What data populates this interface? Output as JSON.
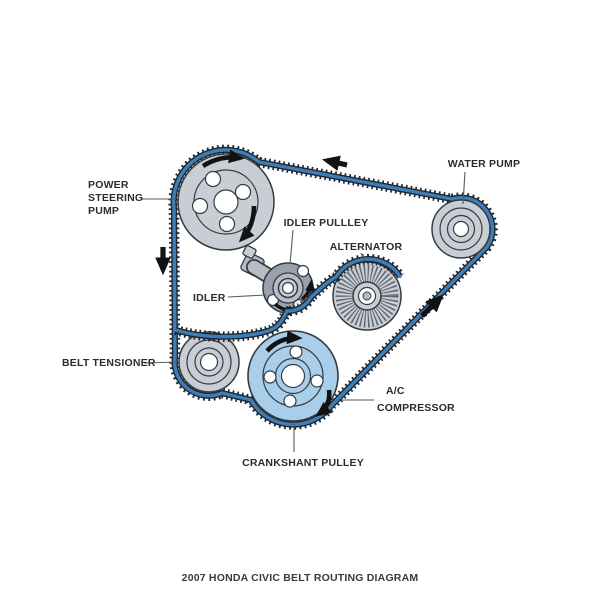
{
  "diagram": {
    "caption": "2007 HONDA CIVIC BELT ROUTING DIAGRAM",
    "labels": {
      "water_pump": "WATER PUMP",
      "power_steering_line1": "POWER",
      "power_steering_line2": "STEERING",
      "power_steering_line3": "PUMP",
      "idler_pulley": "IDLER PULLLEY",
      "alternator": "ALTERNATOR",
      "idler": "IDLER",
      "belt_tensioner": "BELT TENSIONER",
      "ac_line1": "A/C",
      "ac_line2": "COMPRESSOR",
      "crankshaft_pulley": "CRANKSHANT PULLEY"
    },
    "components": [
      "power steering pump",
      "water pump",
      "idler pulley",
      "idler",
      "alternator",
      "belt tensioner",
      "a/c compressor",
      "crankshaft pulley",
      "serpentine belt"
    ],
    "icons": {
      "belt_direction_arrow_top": "arrow-left",
      "belt_direction_arrow_left": "arrow-down",
      "belt_direction_arrow_right": "arrow-up-right",
      "rotation_arrows": "clockwise curved arrows on power steering pump, idler pulley and crankshaft pulley"
    },
    "colors": {
      "background": "#ffffff",
      "belt_blue": "#3f7db2",
      "belt_dark": "#1e2833",
      "pulley_gray": "#c9ced4",
      "pulley_stroke": "#343b44",
      "idler_gray": "#9aa1aa",
      "arm_gray": "#b7bdc4",
      "crank_blue": "#a9cee9",
      "arrow_black": "#121212",
      "label_color": "#2c2c2c",
      "leader_color": "#5a5a5a"
    }
  }
}
